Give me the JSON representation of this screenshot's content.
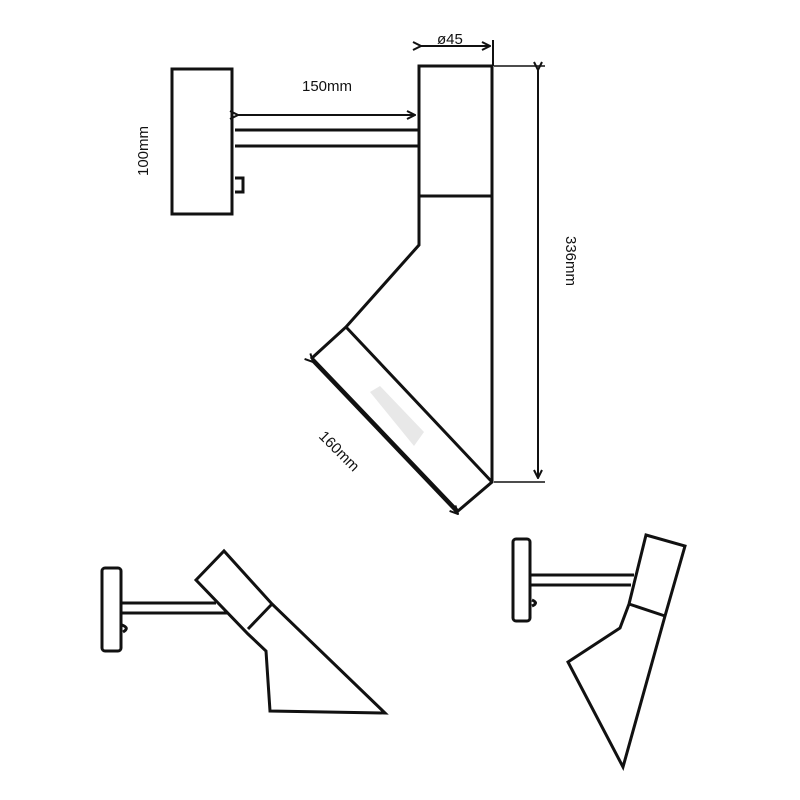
{
  "diagram": {
    "type": "technical-drawing",
    "subject": "wall lamp dimensions",
    "labels": {
      "diameter": "ø45",
      "arm_length": "150mm",
      "base_height": "100mm",
      "total_height": "336mm",
      "shade_length": "160mm"
    },
    "views": [
      {
        "name": "main-dimensioned-view"
      },
      {
        "name": "angled-view-left"
      },
      {
        "name": "angled-view-right"
      }
    ],
    "colors": {
      "line": "#111111",
      "background": "#ffffff",
      "highlight": "#e8e8e8"
    }
  }
}
